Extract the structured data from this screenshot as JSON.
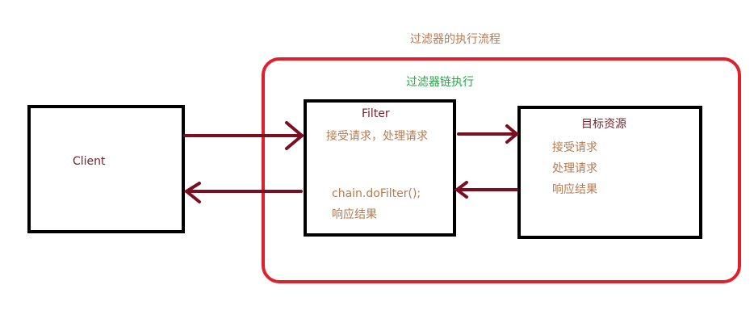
{
  "title": "过滤器的执行流程",
  "chain_label": "过滤器链执行",
  "client": {
    "label": "Client"
  },
  "filter": {
    "label": "Filter",
    "accept_text": "接受请求，处理请求",
    "dofilter_text": "chain.doFilter();",
    "response_text": "响应结果"
  },
  "target": {
    "label": "目标资源",
    "lines": [
      "接受请求",
      "处理请求",
      "响应结果"
    ]
  },
  "colors": {
    "box_border": "#000000",
    "container_border": "#e0202a",
    "arrow": "#7a0f22",
    "title_text": "#b77a4f",
    "chain_text": "#22a845",
    "label_text": "#7a1f2b",
    "body_text": "#b77a4f"
  }
}
